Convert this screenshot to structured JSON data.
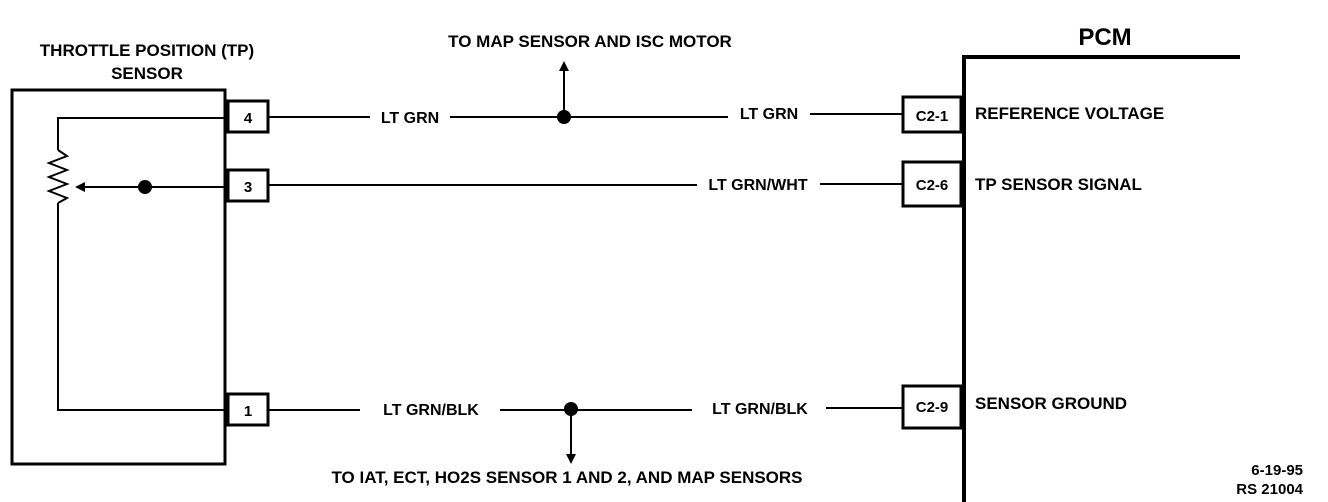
{
  "sensor": {
    "title_line1": "THROTTLE POSITION (TP)",
    "title_line2": "SENSOR",
    "pins": {
      "p4": "4",
      "p3": "3",
      "p1": "1"
    }
  },
  "pcm": {
    "title": "PCM",
    "connectors": {
      "c21": "C2-1",
      "c26": "C2-6",
      "c29": "C2-9"
    },
    "signals": {
      "ref": "REFERENCE VOLTAGE",
      "tp": "TP SENSOR SIGNAL",
      "gnd": "SENSOR GROUND"
    }
  },
  "wires": {
    "ref_left": "LT GRN",
    "ref_right": "LT GRN",
    "signal": "LT GRN/WHT",
    "gnd_left": "LT GRN/BLK",
    "gnd_right": "LT GRN/BLK"
  },
  "notes": {
    "top": "TO MAP SENSOR AND ISC MOTOR",
    "bottom": "TO IAT, ECT, HO2S SENSOR 1 AND 2, AND MAP SENSORS"
  },
  "footer": {
    "date": "6-19-95",
    "ref": "RS 21004"
  }
}
